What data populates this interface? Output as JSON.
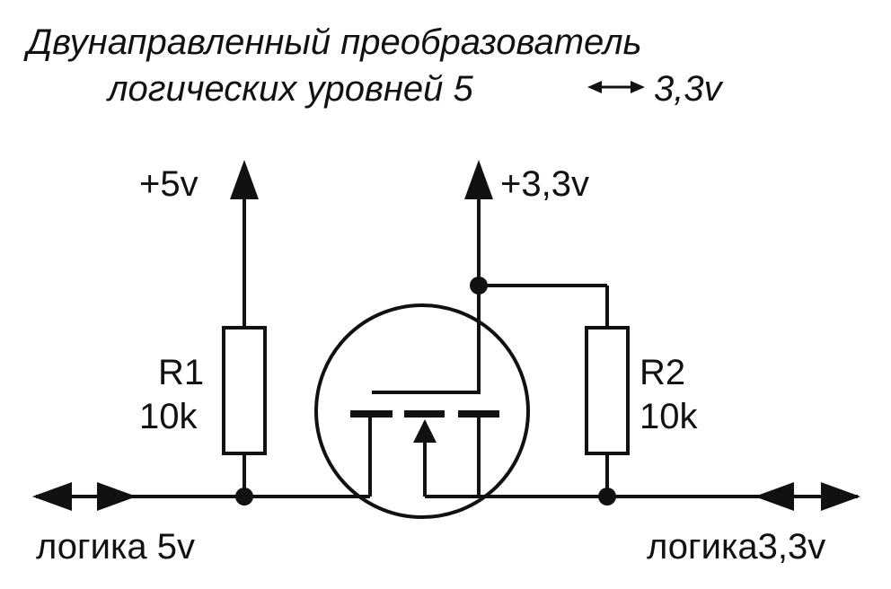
{
  "title": {
    "line1": "Двунаправленный преобразователь",
    "line2_prefix": "логических уровней 5",
    "line2_suffix": "3,3v"
  },
  "supplies": {
    "left": "+5v",
    "right": "+3,3v"
  },
  "resistors": [
    {
      "name": "R1",
      "value": "10k"
    },
    {
      "name": "R2",
      "value": "10k"
    }
  ],
  "terminals": {
    "left": "логика 5v",
    "right": "логика3,3v"
  },
  "colors": {
    "ink": "#111111",
    "background": "#ffffff"
  }
}
